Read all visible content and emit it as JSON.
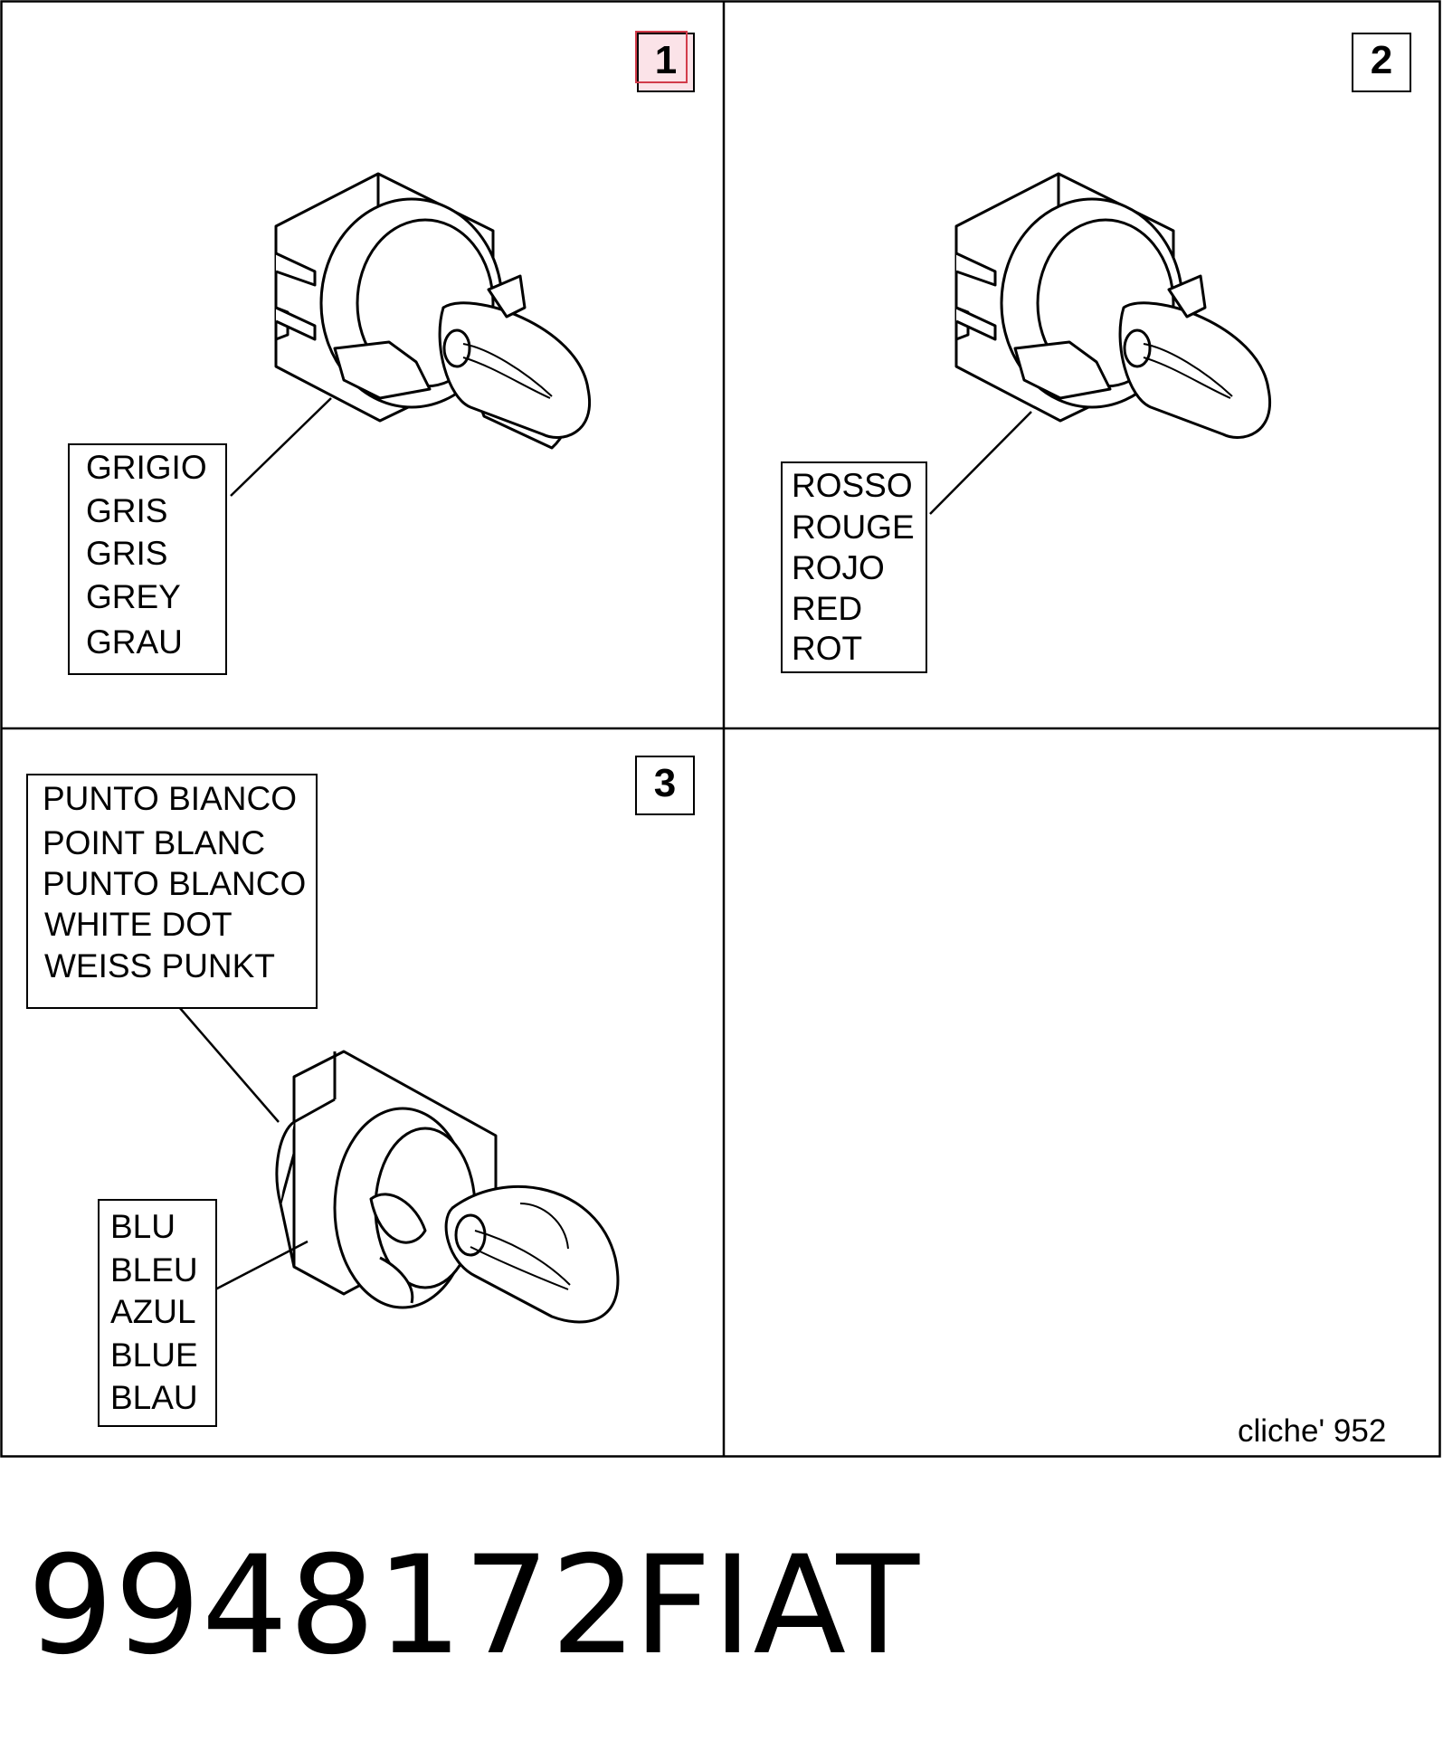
{
  "panels": [
    {
      "number": "1",
      "highlighted": true,
      "labels": [
        "GRIGIO",
        "GRIS",
        "GRIS",
        "GREY",
        "GRAU"
      ]
    },
    {
      "number": "2",
      "highlighted": false,
      "labels": [
        "ROSSO",
        "ROUGE",
        "ROJO",
        "RED",
        "ROT"
      ]
    },
    {
      "number": "3",
      "highlighted": false,
      "labels_top": [
        "PUNTO BIANCO",
        "POINT BLANC",
        "PUNTO BLANCO",
        "WHITE DOT",
        "WEISS PUNKT"
      ],
      "labels_bottom": [
        "BLU",
        "BLEU",
        "AZUL",
        "BLUE",
        "BLAU"
      ]
    }
  ],
  "caption": "cliche' 952",
  "part_number": "9948172",
  "brand": "FIAT",
  "colors": {
    "line": "#000000",
    "highlight_border": "#d23c4b",
    "highlight_fill": "#fbe3e8"
  }
}
